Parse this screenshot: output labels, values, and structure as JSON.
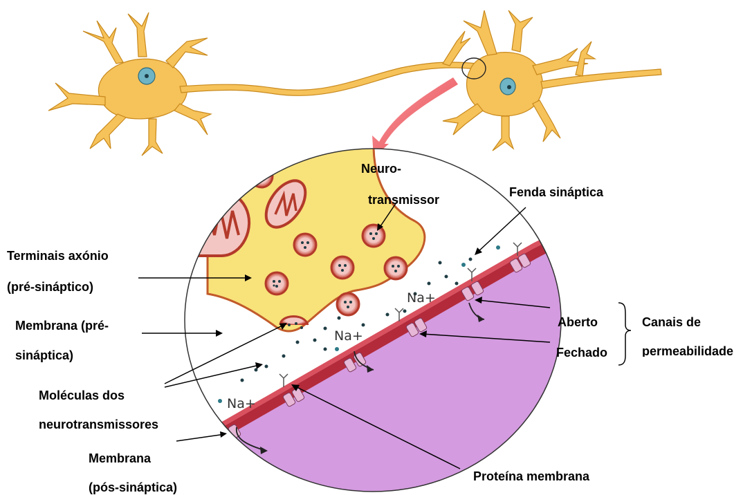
{
  "labels": {
    "neurotransmissor_1": "Neuro-",
    "neurotransmissor_2": "transmissor",
    "fenda": "Fenda sináptica",
    "terminais_1": "Terminais axónio",
    "terminais_2": "(pré-sináptico)",
    "membrana_pre_1": "Membrana (pré-",
    "membrana_pre_2": "sináptica)",
    "aberto": "Aberto",
    "fechado": "Fechado",
    "canais_1": "Canais de",
    "canais_2": "permeabilidade",
    "moleculas_1": "Moléculas dos",
    "moleculas_2": "neurotransmissores",
    "membrana_pos_1": "Membrana",
    "membrana_pos_2": "(pós-sináptica)",
    "proteina": "Proteína membrana",
    "na_ion": "Na+"
  },
  "colors": {
    "neuron": "#f6c25a",
    "neuron_outline": "#c8891c",
    "terminal": "#f8e27a",
    "terminal_outline": "#b33a2a",
    "nucleus": "#6fb4c4",
    "membrane": "#b32a3a",
    "postsynaptic": "#d49be0",
    "arrow": "#e8424a"
  }
}
